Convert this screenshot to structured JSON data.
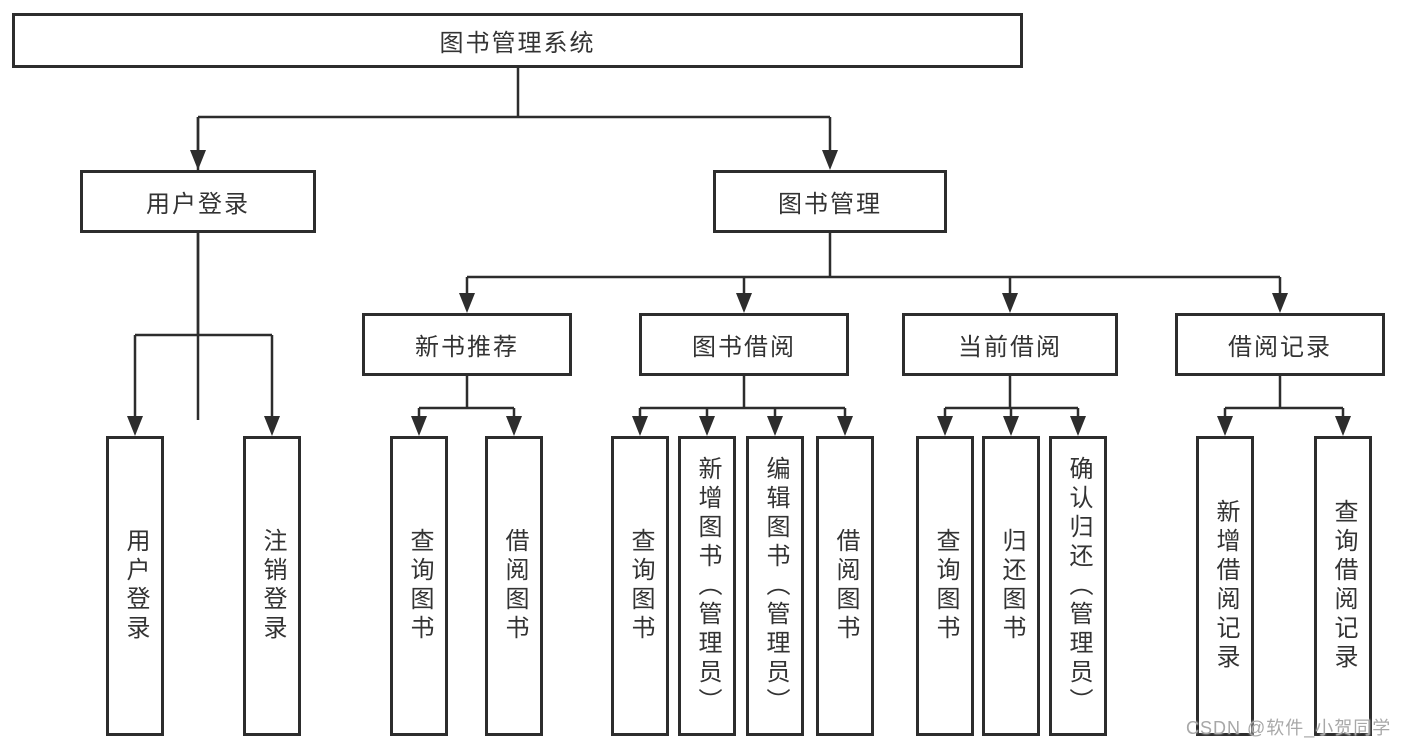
{
  "diagram": {
    "title": "图书管理系统",
    "watermark": "CSDN @软件_小贺同学",
    "level2": {
      "user_login": "用户登录",
      "book_mgmt": "图书管理"
    },
    "level3": {
      "new_book": "新书推荐",
      "book_borrow": "图书借阅",
      "current_borrow": "当前借阅",
      "borrow_record": "借阅记录"
    },
    "leaves": {
      "user_login": "用户登录",
      "logout": "注销登录",
      "nb_query": "查询图书",
      "nb_borrow": "借阅图书",
      "bb_query": "查询图书",
      "bb_add": "新增图书（管理员）",
      "bb_edit": "编辑图书（管理员）",
      "bb_borrow": "借阅图书",
      "cb_query": "查询图书",
      "cb_return": "归还图书",
      "cb_confirm": "确认归还（管理员）",
      "br_add": "新增借阅记录",
      "br_query": "查询借阅记录"
    },
    "colors": {
      "line": "#2d2d2d",
      "text": "#333333",
      "background": "#ffffff",
      "watermark": "#a8a8a8"
    }
  }
}
